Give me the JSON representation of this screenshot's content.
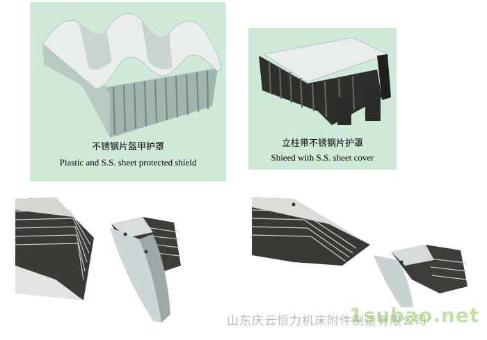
{
  "panels": {
    "top_left": {
      "caption_cn": "不锈钢片盔甲护罩",
      "caption_en": "Plastic and S.S. sheet protected shield",
      "background": "#cfe9d8"
    },
    "top_right": {
      "caption_cn": "立柱带不锈钢片护罩",
      "caption_en": "Shieed with S.S. sheet cover",
      "background": "#cfe9d8"
    }
  },
  "watermark": {
    "company": "山东庆云恒力机床附件制造有限公司",
    "logo": "1subao.net"
  },
  "colors": {
    "panel_bg": "#cfe9d8",
    "metal_light": "#e6ecea",
    "metal_dark": "#9aa6a3",
    "rubber_dark": "#3a3a36"
  }
}
